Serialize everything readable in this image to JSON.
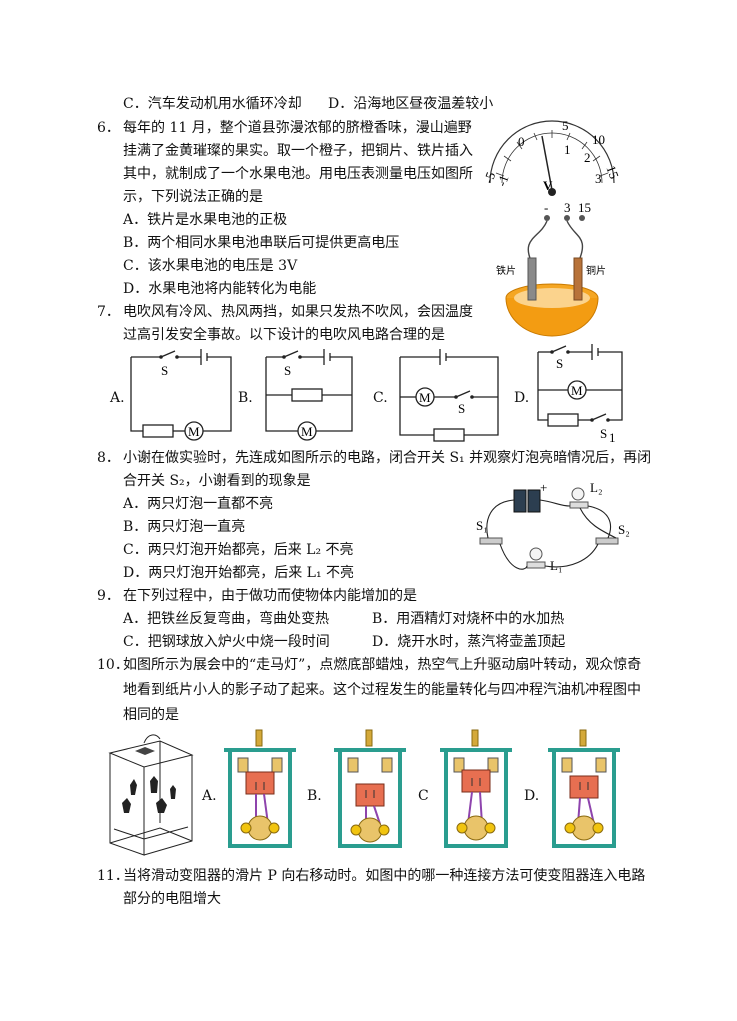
{
  "q5": {
    "optC": "C．汽车发动机用水循环冷却",
    "optD": "D．沿海地区昼夜温差较小"
  },
  "q6": {
    "num": "6．",
    "line1": "每年的 11 月，整个道县弥漫浓郁的脐橙香味，漫山遍野",
    "line2": "挂满了金黄璀璨的果实。取一个橙子，把铜片、铁片插入",
    "line3": "其中，就制成了一个水果电池。用电压表测量电压如图所",
    "line4": "示，下列说法正确的是",
    "optA": "A．铁片是水果电池的正极",
    "optB": "B．两个相同水果电池串联后可提供更高电压",
    "optC": "C．该水果电池的电压是 3V",
    "optD": "D．水果电池将内能转化为电能",
    "figure": {
      "scale_top": [
        "0",
        "5",
        "10",
        "15"
      ],
      "scale_bottom": [
        "1",
        "2",
        "3"
      ],
      "left_marks": [
        "-5",
        "-1"
      ],
      "meter_symbol": "V",
      "terminals": [
        "-",
        "3",
        "15"
      ],
      "iron_label": "铁片",
      "copper_label": "铜片"
    }
  },
  "q7": {
    "num": "7．",
    "line1": "电吹风有冷风、热风两挡，如果只发热不吹风，会因温度",
    "line2": "过高引发安全事故。以下设计的电吹风电路合理的是",
    "options": [
      "A.",
      "B.",
      "C.",
      "D."
    ],
    "switch": "S",
    "switch1": "S",
    "switch1_sub": "1",
    "motor": "M"
  },
  "q8": {
    "num": "8．",
    "line1": "小谢在做实验时，先连成如图所示的电路，闭合开关 S₁ 并观察灯泡亮暗情况后，再闭",
    "line2": "合开关 S₂，小谢看到的现象是",
    "optA": "A．两只灯泡一直都不亮",
    "optB": "B．两只灯泡一直亮",
    "optC": "C．两只灯泡开始都亮，后来 L₂ 不亮",
    "optD": "D．两只灯泡开始都亮，后来 L₁ 不亮",
    "figure": {
      "l2": "L₂",
      "l1": "L₁",
      "s1": "S₁",
      "s2": "S₂",
      "plus": "+"
    }
  },
  "q9": {
    "num": "9．",
    "line1": "在下列过程中，由于做功而使物体内能增加的是",
    "optA": "A．把铁丝反复弯曲，弯曲处变热",
    "optB": "B．用酒精灯对烧杯中的水加热",
    "optC": "C．把钢球放入炉火中烧一段时间",
    "optD": "D．烧开水时，蒸汽将壶盖顶起"
  },
  "q10": {
    "num": "10．",
    "line1": "如图所示为展会中的“走马灯”，点燃底部蜡烛，热空气上升驱动扇叶转动，观众惊奇",
    "line2": "地看到纸片小人的影子动了起来。这个过程发生的能量转化与四冲程汽油机冲程图中",
    "line3": "相同的是",
    "options": [
      "A.",
      "B.",
      "C",
      "D."
    ]
  },
  "q11": {
    "num": "11．",
    "line1": "当将滑动变阻器的滑片 P 向右移动时。如图中的哪一种连接方法可使变阻器连入电路",
    "line2": "部分的电阻增大"
  }
}
